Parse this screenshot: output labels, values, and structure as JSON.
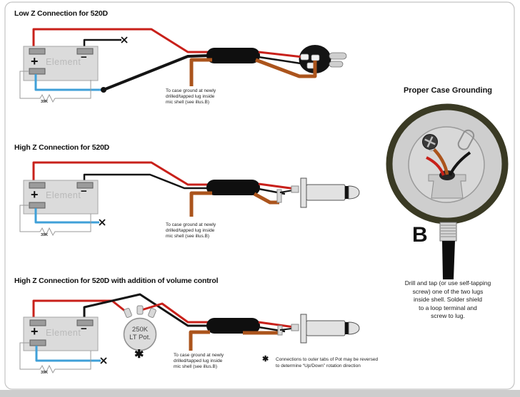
{
  "colors": {
    "wire_red": "#c8201a",
    "wire_black": "#141414",
    "wire_blue": "#3fa0d8",
    "wire_ground_brown": "#ab541c",
    "element_fill": "#dbdbdb",
    "element_border": "#a5a5a5",
    "terminal_fill": "#9b9b9b",
    "element_text": "#b9b9b9",
    "cable_black": "#0f0f0f",
    "plug_fill": "#e2e2e2",
    "shell_ring_olive": "#3a3a24",
    "shell_fill": "#cecece"
  },
  "sections": {
    "low_z": {
      "title": "Low Z Connection for 520D",
      "element_label": "Element",
      "plus_sign": "+",
      "minus_sign": "−",
      "resistor_value": "39K"
    },
    "high_z": {
      "title": "High Z Connection for 520D",
      "element_label": "Element",
      "plus_sign": "+",
      "minus_sign": "−",
      "resistor_value": "39K"
    },
    "volume": {
      "title": "High Z Connection for 520D with addition of volume control",
      "element_label": "Element",
      "plus_sign": "+",
      "minus_sign": "−",
      "resistor_value": "39K",
      "pot_value": "250K",
      "pot_type": "LT Pot.",
      "asterisk": "✱",
      "footnote_marker": "✱",
      "footnote_line1": "Connections to outer tabs of Pot may be reversed",
      "footnote_line2": "to  determine “Up/Down” rotation direction"
    },
    "grounding": {
      "title": "Proper Case Grounding",
      "label": "B",
      "instructions_lines": [
        "Drill and tap (or use self-tapping",
        "screw) one of the two lugs",
        "inside shell. Solder shield",
        "to a loop terminal and",
        "screw to lug."
      ]
    }
  },
  "shared": {
    "ground_note_lines": [
      "To case ground at newly",
      "drilled/tapped lug inside",
      "mic shell (see illus.B)"
    ]
  }
}
